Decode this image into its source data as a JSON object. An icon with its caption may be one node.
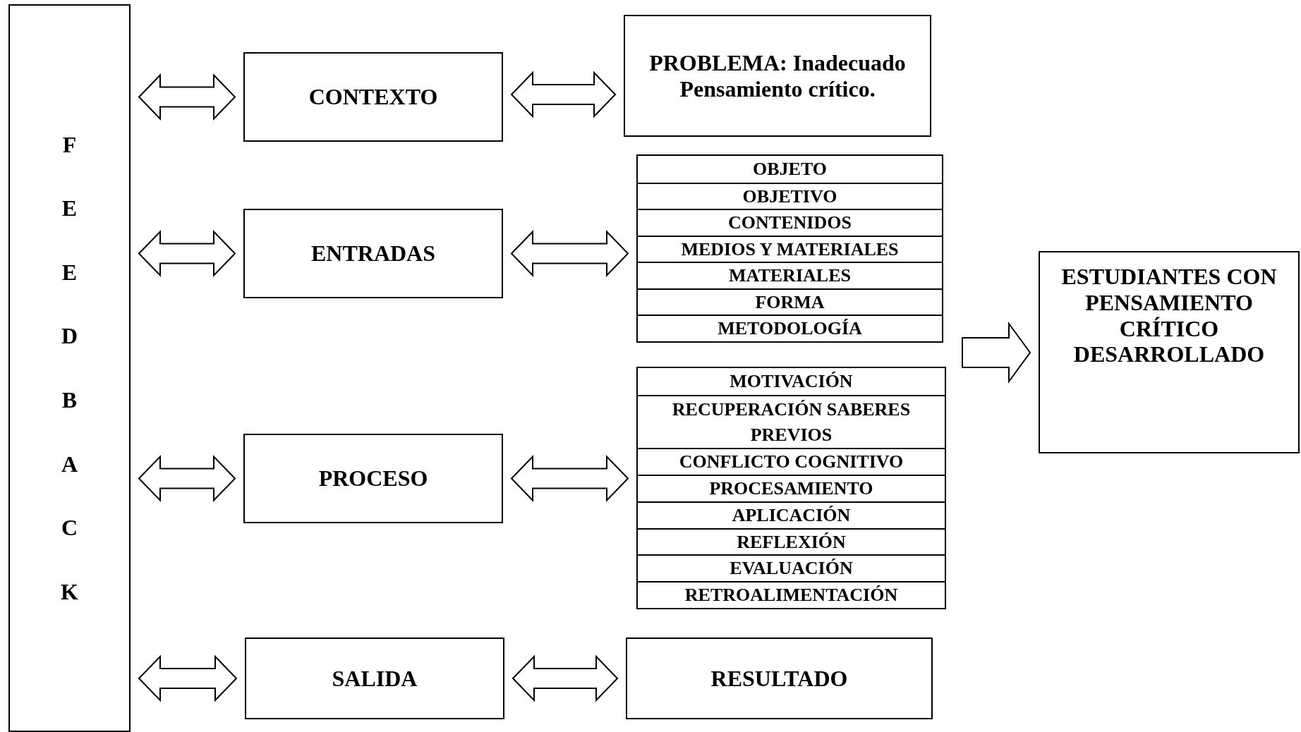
{
  "diagram": {
    "nodes": [
      {
        "text": [
          "FEEDBACK"
        ]
      },
      {
        "text": [
          "CONTEXTO"
        ]
      },
      {
        "text": [
          "PROBLEMA: Inadecuado Pensamiento crítico."
        ]
      },
      {
        "text": [
          "ENTRADAS"
        ]
      },
      {
        "text": [
          "OBJETO",
          "OBJETIVO",
          "CONTENIDOS",
          "MEDIOS Y MATERIALES",
          "MATERIALES",
          "FORMA",
          "METODOLOGÍA"
        ]
      },
      {
        "text": [
          "PROCESO"
        ]
      },
      {
        "text": [
          "MOTIVACIÓN",
          "RECUPERACIÓN SABERES PREVIOS",
          "CONFLICTO COGNITIVO",
          "PROCESAMIENTO",
          "APLICACIÓN",
          "REFLEXIÓN",
          "EVALUACIÓN",
          "RETROALIMENTACIÓN"
        ]
      },
      {
        "text": [
          "SALIDA"
        ]
      },
      {
        "text": [
          "RESULTADO"
        ]
      },
      {
        "text": [
          "ESTUDIANTES CON PENSAMIENTO CRÍTICO DESARROLLADO"
        ]
      }
    ],
    "edges": [
      {
        "from": 0,
        "to": 1,
        "arrow": "both"
      },
      {
        "from": 1,
        "to": 2,
        "arrow": "both"
      },
      {
        "from": 0,
        "to": 3,
        "arrow": "both"
      },
      {
        "from": 3,
        "to": 4,
        "arrow": "both"
      },
      {
        "from": 0,
        "to": 5,
        "arrow": "both"
      },
      {
        "from": 5,
        "to": 6,
        "arrow": "both"
      },
      {
        "from": 0,
        "to": 7,
        "arrow": "both"
      },
      {
        "from": 7,
        "to": 8,
        "arrow": "both"
      },
      {
        "from": null,
        "to": 9,
        "arrow": "to"
      }
    ]
  }
}
